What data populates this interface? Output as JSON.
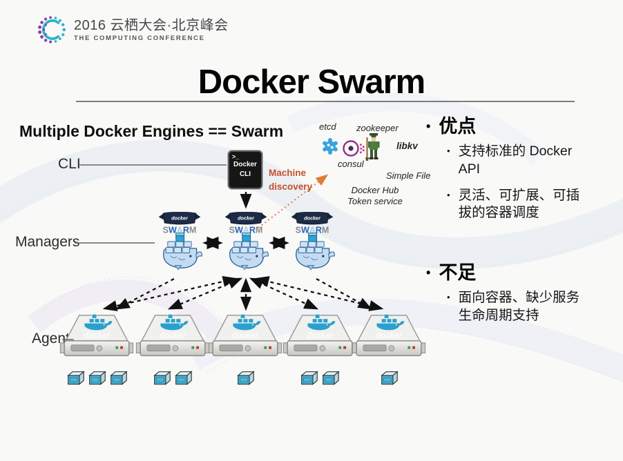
{
  "logo": {
    "line1": "2016 云栖大会·北京峰会",
    "line2": "THE COMPUTING CONFERENCE"
  },
  "title": "Docker Swarm",
  "diagram": {
    "heading": "Multiple Docker Engines == Swarm",
    "cli_label": "CLI",
    "managers_label": "Managers",
    "agents_label": "Agents",
    "cli_box": {
      "prompt": ">_",
      "line1": "Docker",
      "line2": "CLI"
    },
    "machine_discovery": "Machine discovery",
    "discovery_services": {
      "etcd": "etcd",
      "zookeeper": "zookeeper",
      "consul": "consul",
      "libkv": "libkv",
      "simple_file": "Simple File",
      "docker_hub": "Docker Hub Token service"
    },
    "swarm_icon": {
      "banner": "docker",
      "word": "SWARM"
    },
    "server_label": "docker",
    "manager_count": 3,
    "agents": [
      {
        "containers": 3
      },
      {
        "containers": 2
      },
      {
        "containers": 1
      },
      {
        "containers": 2
      },
      {
        "containers": 1
      }
    ]
  },
  "notes": {
    "pros_title": "优点",
    "pros": [
      "支持标准的 Docker API",
      "灵活、可扩展、可插拔的容器调度"
    ],
    "cons_title": "不足",
    "cons": [
      "面向容器、缺少服务生命周期支持"
    ]
  },
  "colors": {
    "accent_orange": "#c4502a",
    "docker_blue": "#2aa0cf",
    "etcd_blue": "#35a3dc",
    "consul_purple": "#8d3087",
    "zookeeper_green": "#4e7d3e",
    "container_teal": "#4cb4d6"
  }
}
